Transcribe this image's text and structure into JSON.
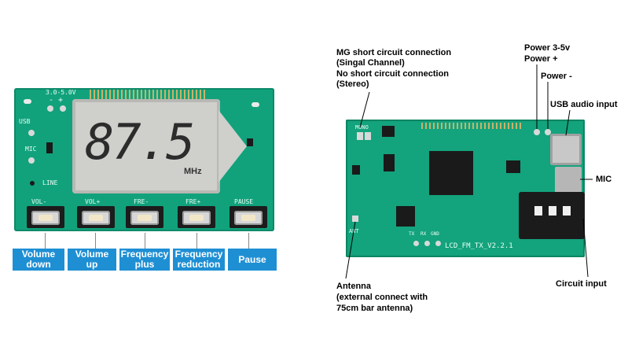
{
  "left": {
    "display": {
      "frequency": "87.5",
      "unit": "MHz"
    },
    "silkscreen": {
      "power": "3.0-5.0V",
      "power_signs": "- +",
      "usb": "USB",
      "mic": "MIC",
      "line": "LINE",
      "btn1": "VOL-",
      "btn2": "VOL+",
      "btn3": "FRE-",
      "btn4": "FRE+",
      "btn5": "PAUSE"
    },
    "buttons": [
      {
        "label_line1": "Volume",
        "label_line2": "down"
      },
      {
        "label_line1": "Volume",
        "label_line2": "up"
      },
      {
        "label_line1": "Frequency",
        "label_line2": "plus"
      },
      {
        "label_line1": "Frequency",
        "label_line2": "reduction"
      },
      {
        "label_line1": "Pause",
        "label_line2": ""
      }
    ],
    "label_color": "#1f8fd4"
  },
  "right": {
    "annotations": {
      "mg_line1": "MG short circuit connection",
      "mg_line2": "(Singal Channel)",
      "mg_line3": "No short circuit connection",
      "mg_line4": "(Stereo)",
      "power_range": "Power 3-5v",
      "power_plus": "Power +",
      "power_minus": "Power -",
      "usb_audio": "USB audio input",
      "mic": "MIC",
      "circuit_input": "Circuit input",
      "antenna_line1": "Antenna",
      "antenna_line2": "(external connect with",
      "antenna_line3": "75cm bar antenna)"
    },
    "board_text": "LCD_FM_TX_V2.2.1",
    "pcb_small": {
      "mono": "MONO",
      "ant": "ANT",
      "tx": "TX",
      "rx": "RX",
      "gnd": "GND"
    }
  },
  "colors": {
    "pcb": "#11a27c",
    "label_bg": "#1f8fd4"
  }
}
